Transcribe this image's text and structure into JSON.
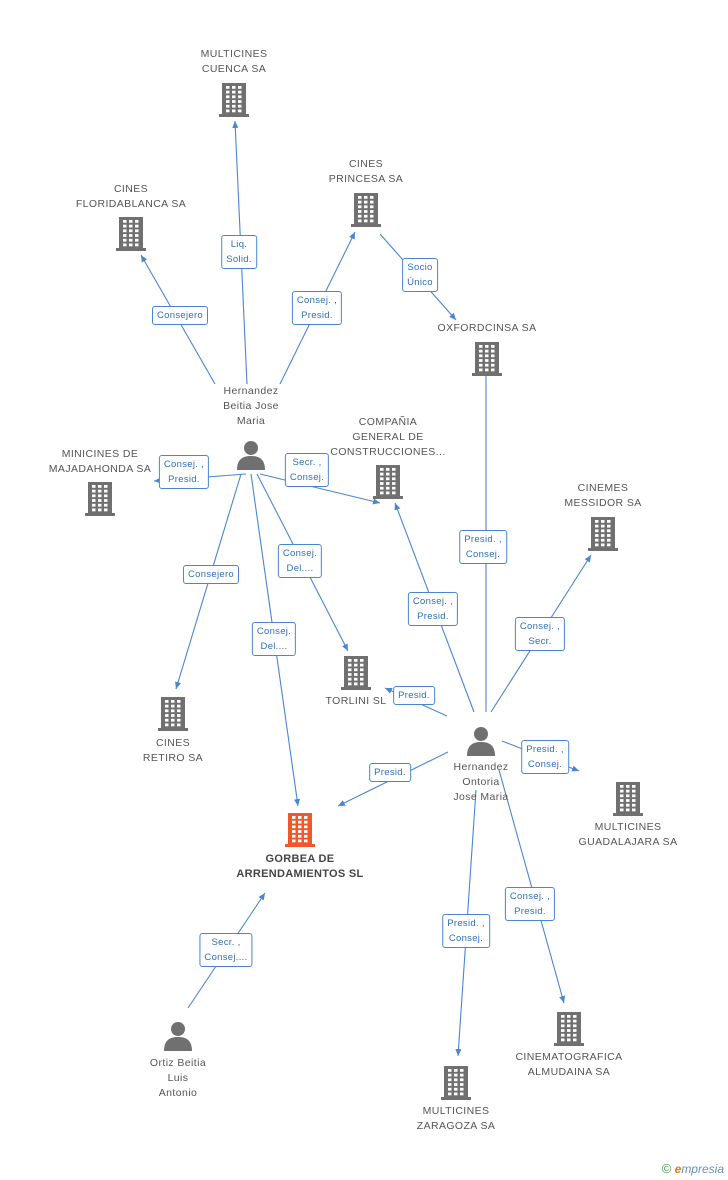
{
  "companies": [
    {
      "id": "multicines-cuenca",
      "name": "MULTICINES\nCUENCA SA",
      "focus": false
    },
    {
      "id": "cines-floridablanca",
      "name": "CINES\nFLORIDABLANCA SA",
      "focus": false
    },
    {
      "id": "cines-princesa",
      "name": "CINES\nPRINCESA SA",
      "focus": false
    },
    {
      "id": "oxfordcinsa",
      "name": "OXFORDCINSA SA",
      "focus": false
    },
    {
      "id": "minicines-majadahonda",
      "name": "MINICINES DE\nMAJADAHONDA SA",
      "focus": false
    },
    {
      "id": "compania-general",
      "name": "COMPAÑIA\nGENERAL DE\nCONSTRUCCIONES...",
      "focus": false
    },
    {
      "id": "cinemes-messidor",
      "name": "CINEMES\nMESSIDOR SA",
      "focus": false
    },
    {
      "id": "torlini",
      "name": "TORLINI SL",
      "focus": false
    },
    {
      "id": "cines-retiro",
      "name": "CINES\nRETIRO SA",
      "focus": false
    },
    {
      "id": "gorbea",
      "name": "GORBEA DE\nARRENDAMIENTOS SL",
      "focus": true
    },
    {
      "id": "multicines-guadalajara",
      "name": "MULTICINES\nGUADALAJARA SA",
      "focus": false
    },
    {
      "id": "cinematografica-almudaina",
      "name": "CINEMATOGRAFICA\nALMUDAINA SA",
      "focus": false
    },
    {
      "id": "multicines-zaragoza",
      "name": "MULTICINES\nZARAGOZA SA",
      "focus": false
    }
  ],
  "people": [
    {
      "id": "hernandez-beitia",
      "name": "Hernandez\nBeitia Jose\nMaria"
    },
    {
      "id": "hernandez-ontoria",
      "name": "Hernandez\nOntoria\nJose Maria"
    },
    {
      "id": "ortiz-beitia",
      "name": "Ortiz Beitia\nLuis\nAntonio"
    }
  ],
  "relations": [
    {
      "from": "hernandez-beitia",
      "to": "multicines-cuenca",
      "label": "Liq.\nSolid."
    },
    {
      "from": "hernandez-beitia",
      "to": "cines-floridablanca",
      "label": "Consejero"
    },
    {
      "from": "hernandez-beitia",
      "to": "cines-princesa",
      "label": "Consej. ,\nPresid."
    },
    {
      "from": "cines-princesa",
      "to": "oxfordcinsa",
      "label": "Socio\nÚnico"
    },
    {
      "from": "hernandez-beitia",
      "to": "minicines-majadahonda",
      "label": "Consej. ,\nPresid."
    },
    {
      "from": "hernandez-beitia",
      "to": "compania-general",
      "label": "Secr. ,\nConsej."
    },
    {
      "from": "hernandez-beitia",
      "to": "cines-retiro",
      "label": "Consejero"
    },
    {
      "from": "hernandez-beitia",
      "to": "torlini",
      "label": "Consej.\nDel...."
    },
    {
      "from": "hernandez-beitia",
      "to": "gorbea",
      "label": "Consej.\nDel...."
    },
    {
      "from": "hernandez-ontoria",
      "to": "oxfordcinsa",
      "label": "Presid. ,\nConsej."
    },
    {
      "from": "hernandez-ontoria",
      "to": "compania-general",
      "label": "Consej. ,\nPresid."
    },
    {
      "from": "hernandez-ontoria",
      "to": "cinemes-messidor",
      "label": "Consej. ,\nSecr."
    },
    {
      "from": "hernandez-ontoria",
      "to": "torlini",
      "label": "Presid."
    },
    {
      "from": "hernandez-ontoria",
      "to": "gorbea",
      "label": "Presid."
    },
    {
      "from": "hernandez-ontoria",
      "to": "multicines-guadalajara",
      "label": "Presid. ,\nConsej."
    },
    {
      "from": "hernandez-ontoria",
      "to": "cinematografica-almudaina",
      "label": "Consej. ,\nPresid."
    },
    {
      "from": "hernandez-ontoria",
      "to": "multicines-zaragoza",
      "label": "Presid. ,\nConsej."
    },
    {
      "from": "ortiz-beitia",
      "to": "gorbea",
      "label": "Secr. ,\nConsej...."
    }
  ],
  "colors": {
    "edge": "#4a86d0",
    "building": "#707070",
    "focus_building": "#f0572a",
    "person": "#707070"
  },
  "brand": {
    "copyright": "©",
    "e_letter": "e",
    "word": "mpresia"
  }
}
